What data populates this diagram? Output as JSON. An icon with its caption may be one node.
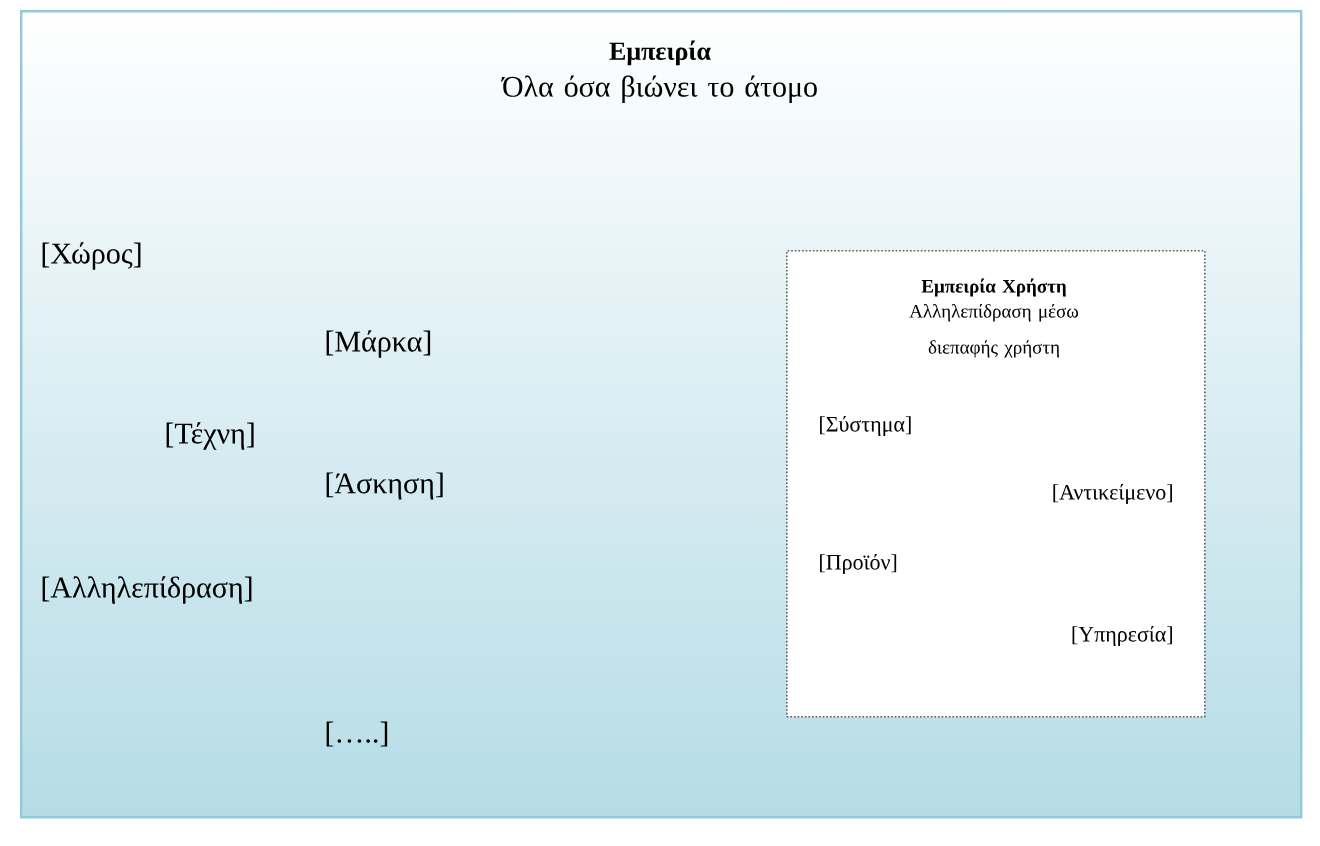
{
  "diagram": {
    "nodes": [
      {
        "text": [
          "Εμπειρία",
          "Όλα όσα βιώνει το άτομο"
        ]
      },
      {
        "text": [
          "Εμπειρία Χρήστη",
          "Αλληλεπίδραση μέσω διεπαφής χρήστη"
        ],
        "in": 0
      }
    ],
    "labels": [
      "[Χώρος]",
      "[Μάρκα]",
      "[Τέχνη]",
      "[Άσκηση]",
      "[Αλληλεπίδραση]",
      "[…..]",
      "[Σύστημα]",
      "[Αντικείμενο]",
      "[Προϊόν]",
      "[Υπηρεσία]"
    ]
  }
}
